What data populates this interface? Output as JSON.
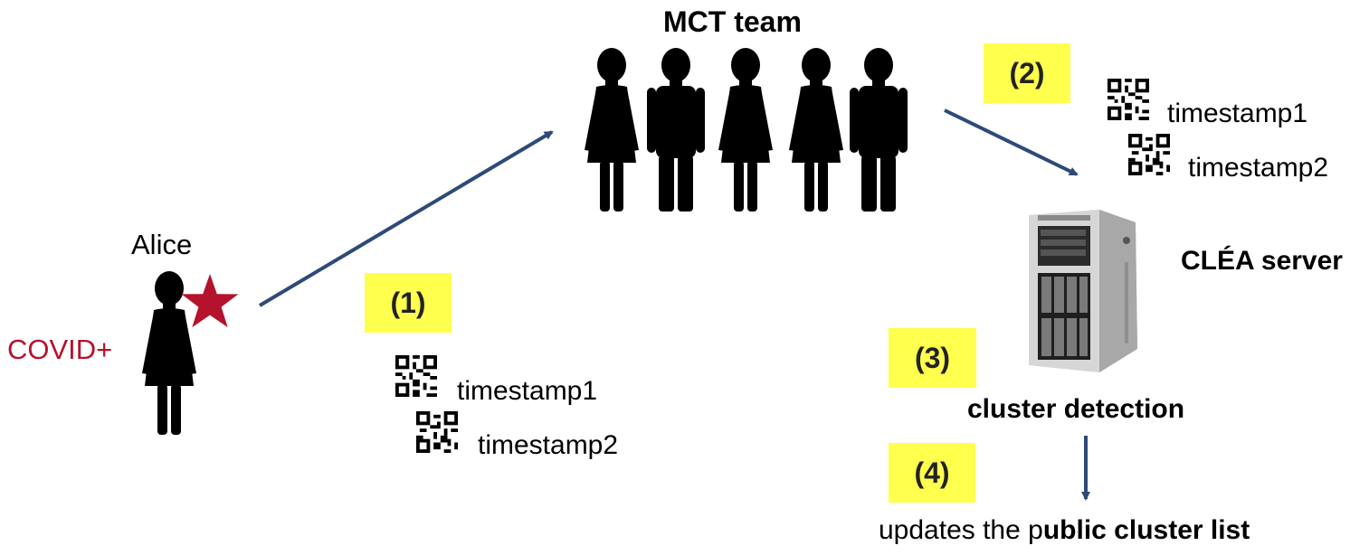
{
  "title": "MCT team",
  "alice": {
    "name": "Alice",
    "status": "COVID+"
  },
  "server_label": "CLÉA server",
  "steps": [
    "(1)",
    "(2)",
    "(3)",
    "(4)"
  ],
  "timestamps": [
    "timestamp1",
    "timestamp2"
  ],
  "cluster_detection": "cluster detection",
  "update_text": {
    "prefix": "updates the p",
    "bold": "ublic cluster list"
  },
  "colors": {
    "arrow": "#2e4a78",
    "covid": "#b5122d",
    "badge": "#ffff4d"
  },
  "icons": [
    "person-female-icon",
    "person-male-icon",
    "star-icon",
    "qr-code-icon",
    "server-tower-icon",
    "arrow-icon"
  ]
}
